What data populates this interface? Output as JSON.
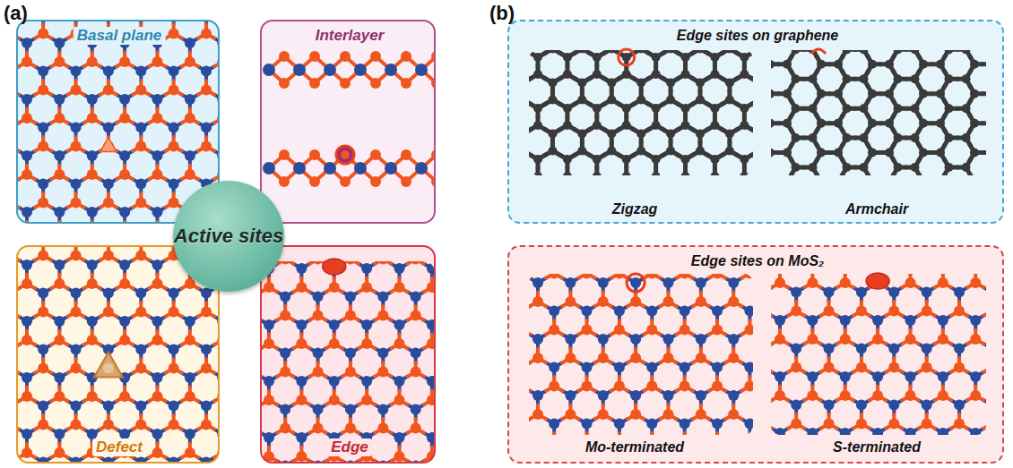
{
  "diagram": {
    "nodes": [
      {
        "text": [
          "Basal plane"
        ]
      },
      {
        "text": [
          "Interlayer"
        ]
      },
      {
        "text": [
          "Active sites"
        ]
      },
      {
        "text": [
          "Defect"
        ]
      },
      {
        "text": [
          "Edge"
        ]
      },
      {
        "text": [
          "Edge sites on graphene",
          "Zigzag",
          "Armchair"
        ]
      },
      {
        "text": [
          "Edge sites on MoS₂",
          "Mo-terminated",
          "S-terminated"
        ]
      }
    ],
    "labels": [
      "(a)",
      "(b)"
    ]
  }
}
